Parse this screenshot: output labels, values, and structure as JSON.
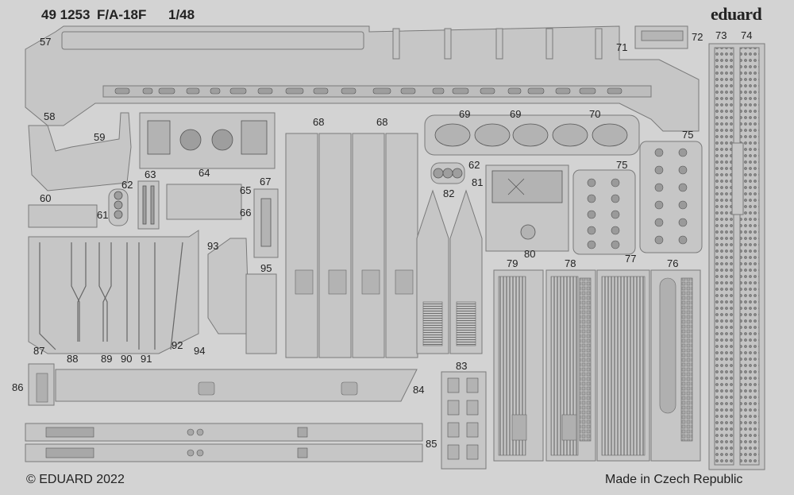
{
  "header": {
    "set_number": "49 1253",
    "model": "F/A-18F",
    "scale": "1/48",
    "brand": "eduard"
  },
  "footer": {
    "copyright": "© EDUARD 2022",
    "origin": "Made in Czech Republic"
  },
  "part_numbers": [
    "57",
    "58",
    "59",
    "60",
    "61",
    "62",
    "63",
    "64",
    "65",
    "66",
    "67",
    "68",
    "68",
    "69",
    "69",
    "70",
    "71",
    "72",
    "73",
    "74",
    "75",
    "75",
    "76",
    "77",
    "78",
    "79",
    "80",
    "81",
    "62",
    "82",
    "83",
    "84",
    "85",
    "86",
    "87",
    "88",
    "89",
    "90",
    "91",
    "92",
    "93",
    "94",
    "95"
  ],
  "colors": {
    "background": "#d3d3d3",
    "fret": "#bdbdbd",
    "part": "#c6c6c6",
    "outline": "#7a7a7a",
    "text": "#222222"
  }
}
